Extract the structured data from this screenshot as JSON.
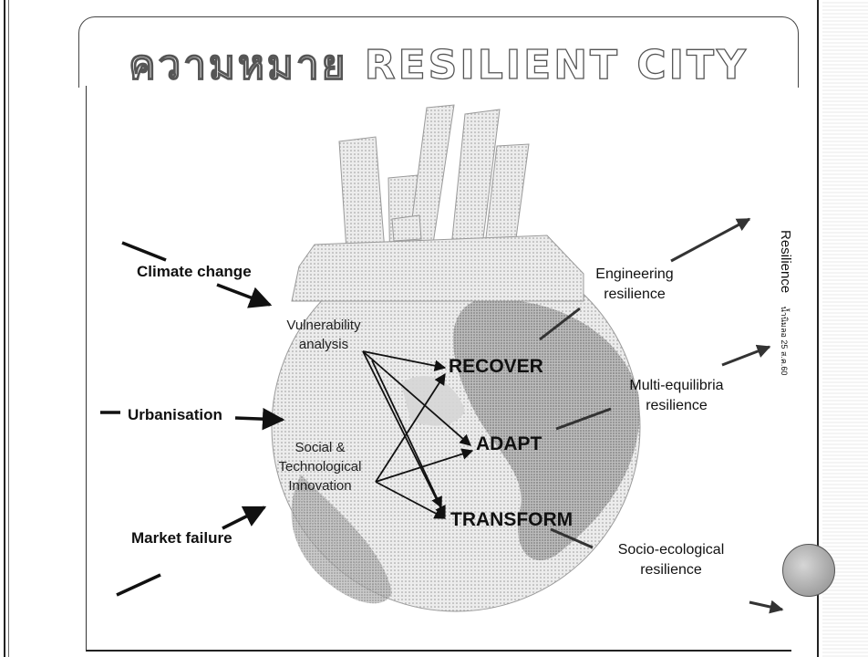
{
  "title": "ความหมาย RESILIENT CITY",
  "side_label": {
    "main": "Resilience",
    "sub": "น้ำนิมลอ 25 ส.ค.60"
  },
  "drivers": [
    "Climate change",
    "Urbanisation",
    "Market failure"
  ],
  "analysis": {
    "vulnerability": [
      "Vulnerability",
      "analysis"
    ],
    "innovation": [
      "Social &",
      "Technological",
      "Innovation"
    ]
  },
  "outcomes": [
    "RECOVER",
    "ADAPT",
    "TRANSFORM"
  ],
  "resilience_types": [
    [
      "Engineering",
      "resilience"
    ],
    [
      "Multi-equilibria",
      "resilience"
    ],
    [
      "Socio-ecological",
      "resilience"
    ]
  ],
  "colors": {
    "ink": "#111111",
    "globe": "#bdbdbd",
    "city": "#d9d9d9"
  }
}
